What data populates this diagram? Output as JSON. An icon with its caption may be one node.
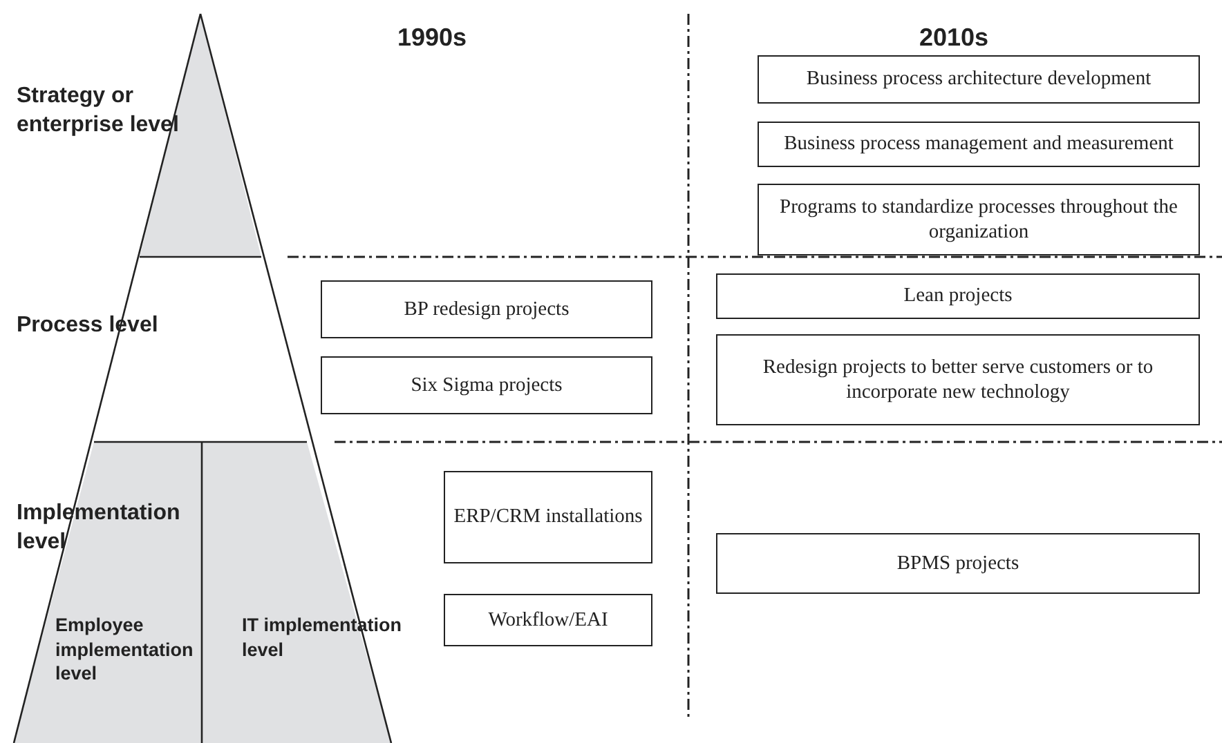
{
  "diagram": {
    "nodes": [
      {
        "text": [
          "Business process architecture development"
        ]
      },
      {
        "text": [
          "Business process management and measurement"
        ]
      },
      {
        "text": [
          "Programs to standardize processes throughout the organization"
        ]
      },
      {
        "text": [
          "BP redesign projects"
        ]
      },
      {
        "text": [
          "Lean projects"
        ]
      },
      {
        "text": [
          "Six Sigma projects"
        ]
      },
      {
        "text": [
          "Redesign projects to better serve customers or to incorporate new technology"
        ]
      },
      {
        "text": [
          "ERP/CRM installations"
        ]
      },
      {
        "text": [
          "BPMS projects"
        ]
      },
      {
        "text": [
          "Workflow/EAI"
        ]
      }
    ],
    "edges": [],
    "labels": [
      "1990s",
      "2010s",
      "Strategy or enterprise level",
      "Process level",
      "Implementation level",
      "Employee implementation level",
      "IT implementation level"
    ]
  }
}
